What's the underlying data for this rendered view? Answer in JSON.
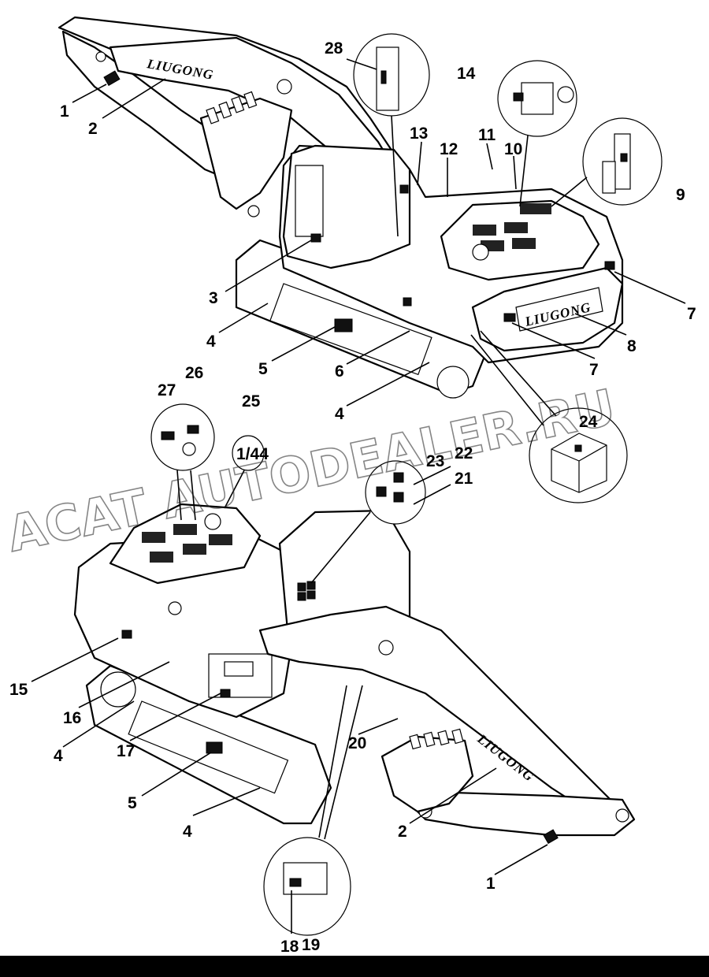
{
  "diagram": {
    "brand_top": "LIUGONG",
    "brand_counterweight": "LIUGONG",
    "brand_bottom_boom": "LIUGONG",
    "watermark_line1": "ACAT AUTODEALER.RU",
    "detail_25_text": "1/44",
    "callouts": {
      "c1a": "1",
      "c2a": "2",
      "c3": "3",
      "c4a": "4",
      "c5a": "5",
      "c6": "6",
      "c4b": "4",
      "c7a": "7",
      "c8": "8",
      "c7b": "7",
      "c9": "9",
      "c10": "10",
      "c11": "11",
      "c12": "12",
      "c13": "13",
      "c14": "14",
      "c28": "28",
      "c27": "27",
      "c26": "26",
      "c25": "25",
      "c24": "24",
      "c23": "23",
      "c22": "22",
      "c21": "21",
      "c15": "15",
      "c16": "16",
      "c4c": "4",
      "c17": "17",
      "c5b": "5",
      "c4d": "4",
      "c20": "20",
      "c2b": "2",
      "c1b": "1",
      "c18": "18",
      "c19": "19"
    }
  }
}
